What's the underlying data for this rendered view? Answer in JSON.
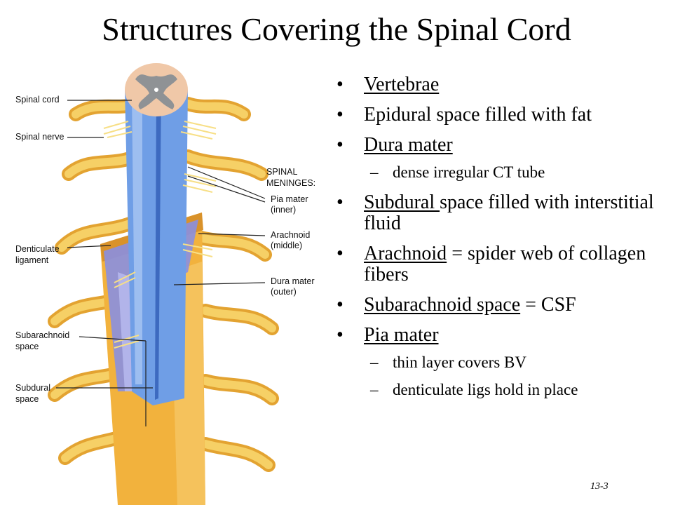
{
  "title": "Structures Covering the Spinal Cord",
  "figure_labels": {
    "spinal_cord": "Spinal cord",
    "spinal_nerve": "Spinal nerve",
    "meninges_1": "SPINAL",
    "meninges_2": "MENINGES:",
    "pia_1": "Pia mater",
    "pia_2": "(inner)",
    "arachnoid_1": "Arachnoid",
    "arachnoid_2": "(middle)",
    "denticulate_1": "Denticulate",
    "denticulate_2": "ligament",
    "dura_1": "Dura mater",
    "dura_2": "(outer)",
    "subarachnoid_1": "Subarachnoid",
    "subarachnoid_2": "space",
    "subdural_1": "Subdural",
    "subdural_2": "space"
  },
  "bullets": {
    "vertebrae": "Vertebrae",
    "epidural": "Epidural space filled with fat",
    "dura": "Dura mater",
    "dura_sub": "dense irregular CT tube",
    "subdural_u": "Subdural ",
    "subdural_rest": "space filled with interstitial fluid",
    "arachnoid_u": "Arachnoid",
    "arachnoid_rest": " = spider web of collagen fibers",
    "subarachnoid_u": "Subarachnoid space",
    "subarachnoid_rest": " = CSF",
    "pia": "Pia mater",
    "pia_sub1": "thin layer covers BV",
    "pia_sub2": "denticulate ligs hold in place"
  },
  "page_number": "13-3",
  "colors": {
    "dura": "#f2b23d",
    "pia": "#6f9ee6",
    "arachnoid": "#8a8fe0",
    "nerve": "#f3c84a",
    "cord_section": "#f0c8a8",
    "grey_matter": "#8f9295"
  }
}
